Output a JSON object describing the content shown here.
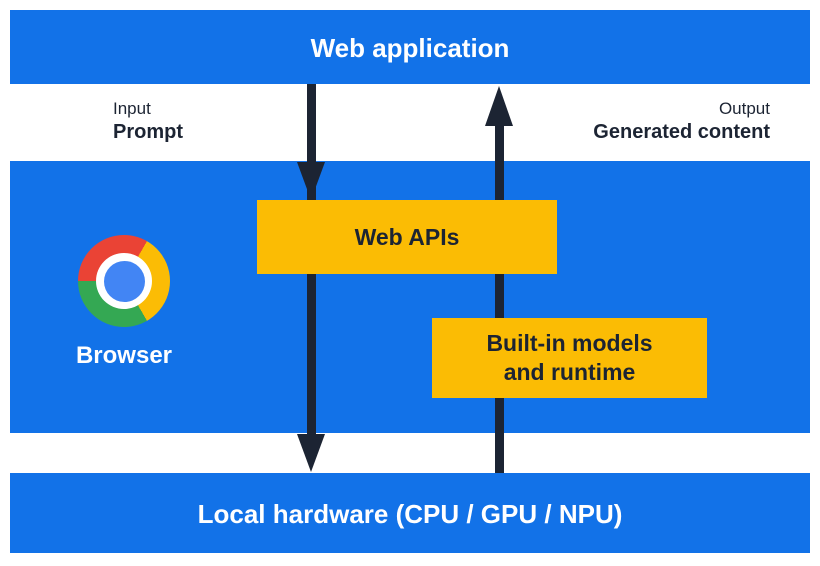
{
  "diagram_title": "Web application to local hardware AI flow",
  "colors": {
    "panel_blue": "#1272e8",
    "box_yellow": "#fbbc04",
    "arrow_navy": "#1c2433",
    "text_white": "#ffffff",
    "chrome_red": "#ea4335",
    "chrome_yellow": "#fbbc05",
    "chrome_green": "#34a853",
    "chrome_blue": "#4285f4"
  },
  "top_bar": {
    "label": "Web application"
  },
  "flow_labels": {
    "input": {
      "line1": "Input",
      "line2": "Prompt"
    },
    "output": {
      "line1": "Output",
      "line2": "Generated content"
    }
  },
  "browser_panel": {
    "browser_label": "Browser",
    "web_apis_box": {
      "label": "Web APIs"
    },
    "builtin_box": {
      "line1": "Built-in models",
      "line2": "and runtime"
    }
  },
  "bottom_bar": {
    "label": "Local hardware (CPU / GPU / NPU)"
  },
  "icons": {
    "chrome_logo": "chrome-browser-logo",
    "arrow_down": "input-flow-arrow-down",
    "arrow_up": "output-flow-arrow-up"
  }
}
